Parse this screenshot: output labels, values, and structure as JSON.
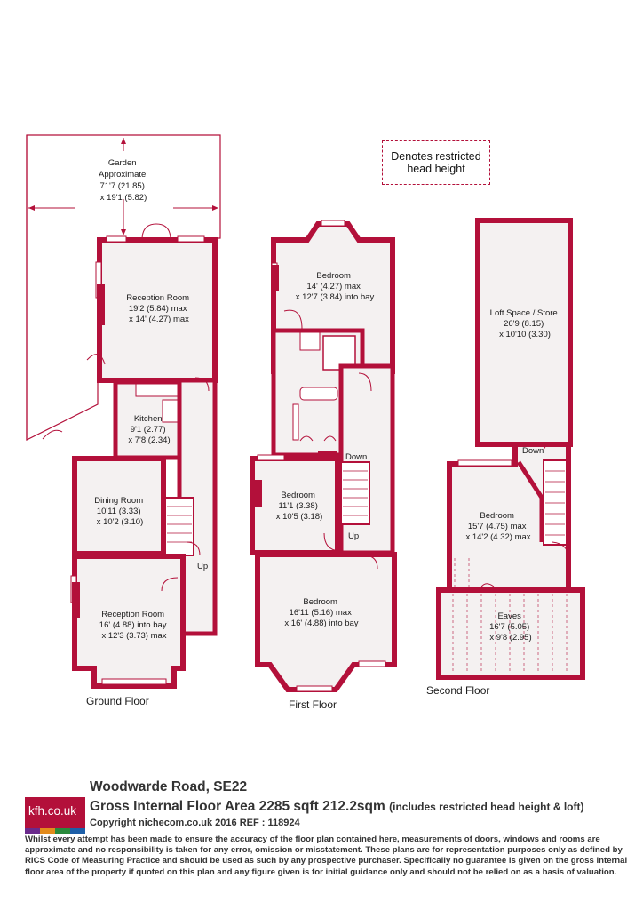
{
  "legend": {
    "line1": "Denotes restricted",
    "line2": "head height"
  },
  "rooms": {
    "garden": [
      "Garden",
      "Approximate",
      "71'7 (21.85)",
      "x 19'1 (5.82)"
    ],
    "reception_rear": [
      "Reception Room",
      "19'2 (5.84) max",
      "x 14' (4.27) max"
    ],
    "kitchen": [
      "Kitchen",
      "9'1 (2.77)",
      "x 7'8 (2.34)"
    ],
    "dining": [
      "Dining Room",
      "10'11 (3.33)",
      "x 10'2 (3.10)"
    ],
    "reception_front": [
      "Reception Room",
      "16' (4.88) into bay",
      "x 12'3 (3.73) max"
    ],
    "bedroom_rear": [
      "Bedroom",
      "14' (4.27) max",
      "x 12'7 (3.84) into bay"
    ],
    "bedroom_middle": [
      "Bedroom",
      "11'1 (3.38)",
      "x 10'5 (3.18)"
    ],
    "bedroom_front": [
      "Bedroom",
      "16'11 (5.16) max",
      "x 16' (4.88) into bay"
    ],
    "loft": [
      "Loft Space / Store",
      "26'9 (8.15)",
      "x 10'10 (3.30)"
    ],
    "bedroom_second": [
      "Bedroom",
      "15'7 (4.75) max",
      "x 14'2 (4.32) max"
    ],
    "eaves": [
      "Eaves",
      "16'7 (5.05)",
      "x 9'8 (2.95)"
    ]
  },
  "stairs": {
    "up": "Up",
    "down": "Down"
  },
  "floors": {
    "ground": "Ground Floor",
    "first": "First Floor",
    "second": "Second Floor"
  },
  "footer": {
    "logo": "kfh.co.uk",
    "address": "Woodwarde Road, SE22",
    "gia": "Gross Internal Floor Area 2285 sqft 212.2sqm",
    "gia_note": "(includes restricted head height & loft)",
    "copyright": "Copyright nichecom.co.uk 2016 REF : 118924",
    "disclaimer": "Whilst every attempt has been made to ensure the accuracy of the floor plan contained here, measurements of doors, windows and rooms are approximate and no responsibility is taken for any error, omission or misstatement.  These plans are for representation purposes only as defined by RICS Code of Measuring Practice and should be used as such by any prospective purchaser.  Specifically no guarantee is given on the gross internal floor area of the property if quoted on this plan and any figure given is for initial guidance only and should not be relied on as a basis of valuation."
  },
  "colors": {
    "wall": "#b3103a",
    "floor": "#f4f1f1",
    "logo_stripes": [
      "#6a2a8c",
      "#e38b1c",
      "#2a8a3c",
      "#1d5fa8"
    ]
  }
}
